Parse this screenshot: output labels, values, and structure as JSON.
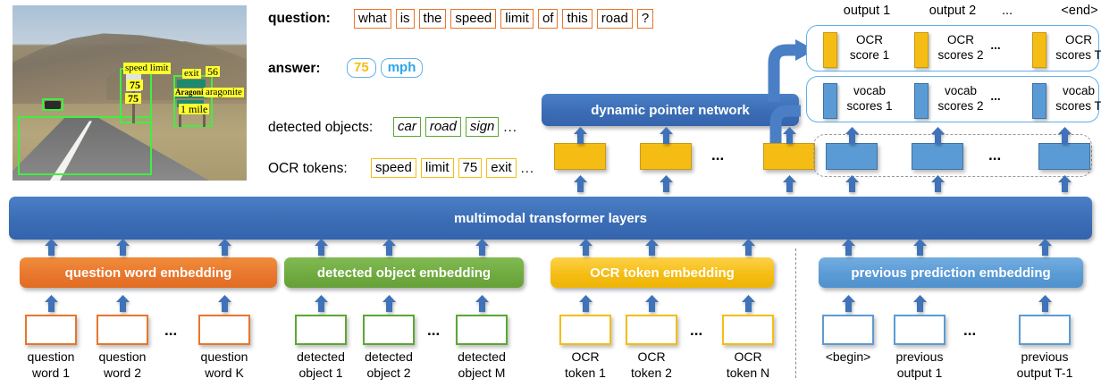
{
  "figure": {
    "photo": {
      "annotations": [
        {
          "text": "speed limit"
        },
        {
          "text": "75"
        },
        {
          "text": "75"
        },
        {
          "text": "exit"
        },
        {
          "text": "56"
        },
        {
          "text": "Aragonite"
        },
        {
          "text": "aragonite"
        },
        {
          "text": "1 mile"
        }
      ]
    },
    "question": {
      "label": "question",
      "colon": ":",
      "tokens": [
        "what",
        "is",
        "the",
        "speed",
        "limit",
        "of",
        "this",
        "road",
        "?"
      ]
    },
    "answer": {
      "label": "answer",
      "colon": ":",
      "tokens": [
        {
          "text": "75",
          "color": "#f5bd14"
        },
        {
          "text": "mph",
          "color": "#2ba7e8"
        }
      ]
    },
    "detected_objects": {
      "label": "detected objects:",
      "tokens": [
        "car",
        "road",
        "sign"
      ],
      "ellipsis": "..."
    },
    "ocr_tokens": {
      "label": "OCR tokens:",
      "tokens": [
        "speed",
        "limit",
        "75",
        "exit"
      ],
      "ellipsis": "..."
    },
    "pointer_network": {
      "label": "dynamic pointer network"
    },
    "transformer": {
      "label": "multimodal transformer layers"
    },
    "output_headers": [
      "output 1",
      "output 2",
      "...",
      "<end>"
    ],
    "ocr_scores": [
      {
        "line1": "OCR",
        "line2": "score 1"
      },
      {
        "line1": "OCR",
        "line2": "scores 2"
      },
      {
        "line1": "OCR",
        "line2": "scores T"
      }
    ],
    "ocr_scores_ellipsis": "...",
    "vocab_scores": [
      {
        "line1": "vocab",
        "line2": "scores 1"
      },
      {
        "line1": "vocab",
        "line2": "scores 2"
      },
      {
        "line1": "vocab",
        "line2": "scores T"
      }
    ],
    "vocab_scores_ellipsis": "...",
    "ocr_features_ellipsis": "...",
    "prev_features_ellipsis": "...",
    "embeddings": [
      {
        "label": "question word embedding",
        "color": "#e8762c"
      },
      {
        "label": "detected object embedding",
        "color": "#6faa40"
      },
      {
        "label": "OCR token embedding",
        "color": "#f5bd14"
      },
      {
        "label": "previous prediction embedding",
        "color": "#5b9bd5"
      }
    ],
    "input_groups": [
      {
        "name": "question-words",
        "ellipsis": "...",
        "items": [
          {
            "line1": "question",
            "line2": "word 1"
          },
          {
            "line1": "question",
            "line2": "word 2"
          },
          {
            "line1": "question",
            "line2": "word K"
          }
        ]
      },
      {
        "name": "detected-objects",
        "ellipsis": "...",
        "items": [
          {
            "line1": "detected",
            "line2": "object 1"
          },
          {
            "line1": "detected",
            "line2": "object 2"
          },
          {
            "line1": "detected",
            "line2": "object M"
          }
        ]
      },
      {
        "name": "ocr-tokens",
        "ellipsis": "...",
        "items": [
          {
            "line1": "OCR",
            "line2": "token 1"
          },
          {
            "line1": "OCR",
            "line2": "token 2"
          },
          {
            "line1": "OCR",
            "line2": "token N"
          }
        ]
      },
      {
        "name": "previous-predictions",
        "ellipsis": "...",
        "items": [
          {
            "line1": "<begin>",
            "line2": ""
          },
          {
            "line1": "previous",
            "line2": "output 1"
          },
          {
            "line1": "previous",
            "line2": "output T-1"
          }
        ]
      }
    ]
  }
}
